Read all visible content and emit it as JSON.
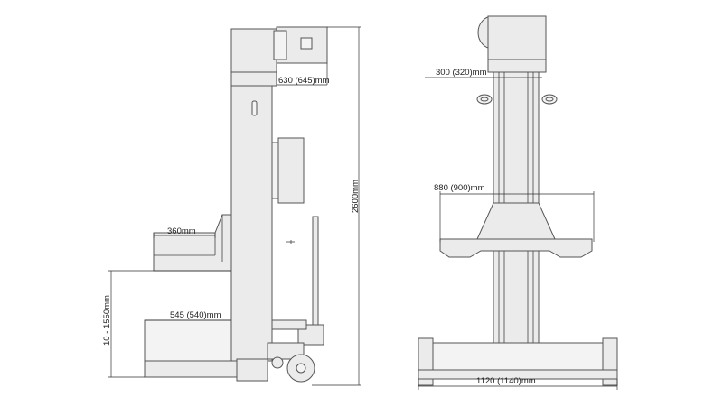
{
  "dimensions": {
    "motor_width": "630 (645)mm",
    "total_height": "2600mm",
    "platform_depth": "360mm",
    "lift_range": "10 - 1550mm",
    "fork_reach": "545 (540)mm",
    "column_width": "300 (320)mm",
    "carriage_width": "880 (900)mm",
    "base_width": "1120 (1140)mm"
  }
}
